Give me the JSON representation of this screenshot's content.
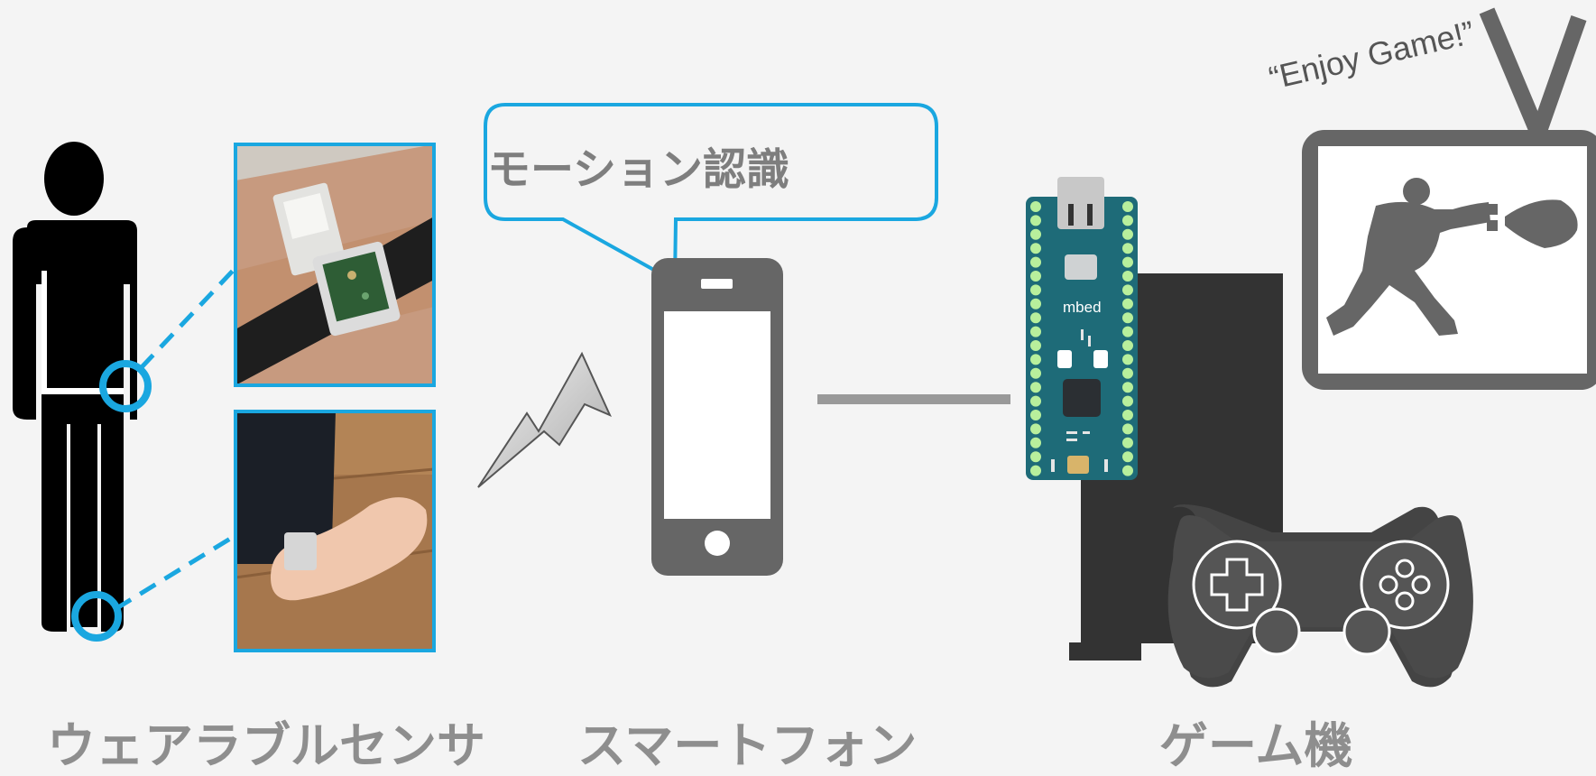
{
  "bubble": {
    "text": "モーション認識"
  },
  "tv": {
    "caption": "“Enjoy Game!”"
  },
  "mbed_board": {
    "label": "mbed"
  },
  "labels": {
    "wearable": "ウェアラブルセンサ",
    "phone": "スマートフォン",
    "game": "ゲーム機"
  },
  "colors": {
    "background": "#f4f4f4",
    "accent_blue": "#1aa7e0",
    "device_gray": "#666666",
    "dark_gray": "#333333",
    "board_teal": "#1e6b78",
    "pin_green": "#b8ef9c",
    "label_gray": "#8e8e8e"
  }
}
